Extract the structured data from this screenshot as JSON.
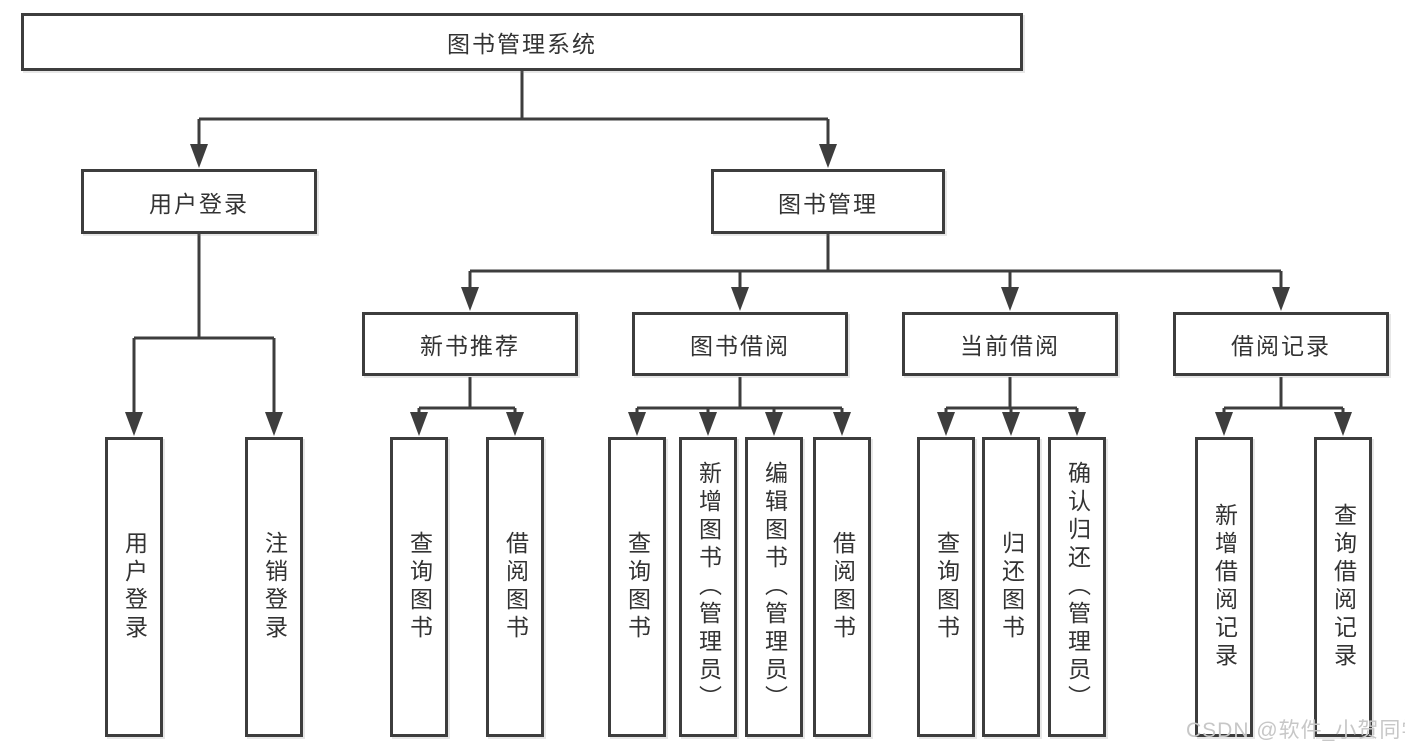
{
  "diagram": {
    "watermark": "CSDN @软件_小贺同学",
    "colors": {
      "line": "#3d3d3d",
      "border": "#3d3d3d",
      "text": "#333333",
      "background": "#ffffff",
      "watermark": "#c7c7c7"
    }
  },
  "tree": {
    "root": "图书管理系统",
    "branches": [
      {
        "label": "用户登录",
        "leaves": [
          "用户登录",
          "注销登录"
        ]
      },
      {
        "label": "图书管理",
        "groups": [
          {
            "label": "新书推荐",
            "leaves": [
              "查询图书",
              "借阅图书"
            ]
          },
          {
            "label": "图书借阅",
            "leaves": [
              "查询图书",
              "新增图书（管理员）",
              "编辑图书（管理员）",
              "借阅图书"
            ]
          },
          {
            "label": "当前借阅",
            "leaves": [
              "查询图书",
              "归还图书",
              "确认归还（管理员）"
            ]
          },
          {
            "label": "借阅记录",
            "leaves": [
              "新增借阅记录",
              "查询借阅记录"
            ]
          }
        ]
      }
    ]
  }
}
